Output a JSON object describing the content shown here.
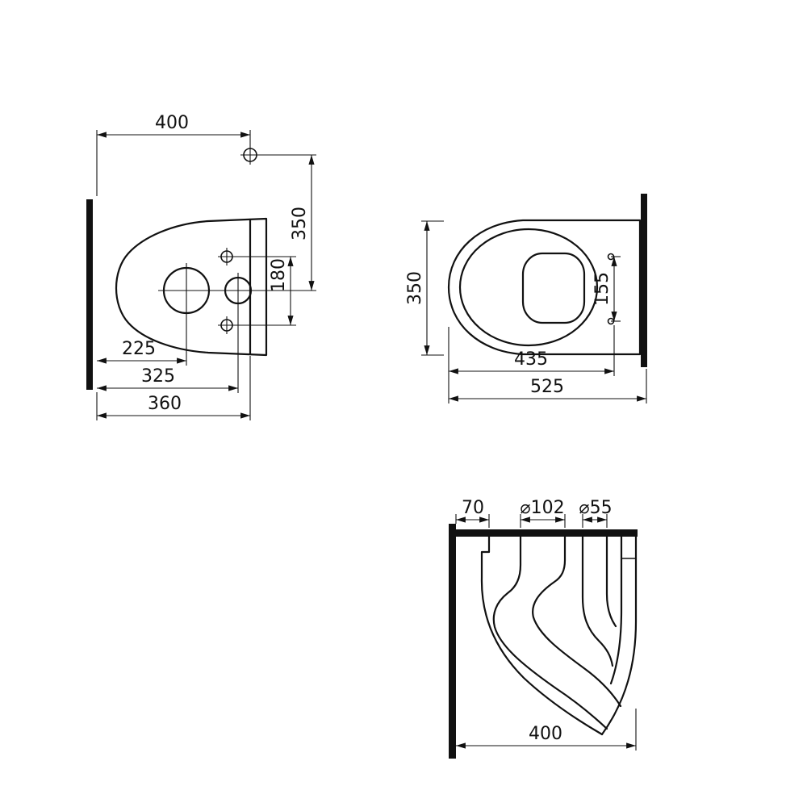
{
  "colors": {
    "line": "#111111",
    "background": "#ffffff"
  },
  "views": {
    "rear": {
      "dims": {
        "d400": "400",
        "d350": "350",
        "d180": "180",
        "d225": "225",
        "d325": "325",
        "d360": "360"
      }
    },
    "top": {
      "dims": {
        "d350": "350",
        "d155": "155",
        "d435": "435",
        "d525": "525"
      }
    },
    "section": {
      "dims": {
        "d70": "70",
        "d102": "⌀102",
        "d55": "⌀55",
        "d400": "400"
      }
    }
  }
}
